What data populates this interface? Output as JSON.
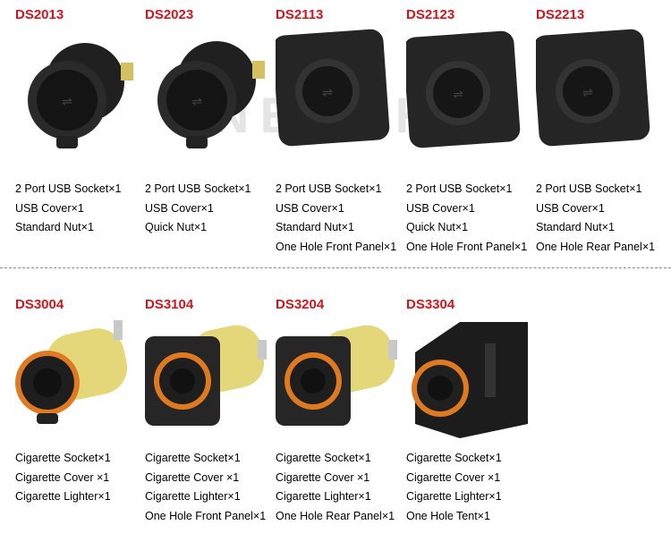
{
  "watermark": "NEKEKO",
  "colors": {
    "code": "#d8141b",
    "divider": "#8a8a8a",
    "body": "#1a1a1a",
    "brass": "#e4d77a",
    "ring": "#e07a22"
  },
  "row1": [
    {
      "code": "DS2013",
      "lines": [
        "2 Port USB Socket×1",
        "USB Cover×1",
        "Standard Nut×1"
      ]
    },
    {
      "code": "DS2023",
      "lines": [
        "2 Port USB Socket×1",
        "USB Cover×1",
        "Quick Nut×1"
      ]
    },
    {
      "code": "DS2113",
      "lines": [
        "2 Port USB Socket×1",
        "USB Cover×1",
        "Standard Nut×1",
        "One Hole Front Panel×1"
      ]
    },
    {
      "code": "DS2123",
      "lines": [
        "2 Port USB Socket×1",
        "USB Cover×1",
        "Quick Nut×1",
        "One Hole Front Panel×1"
      ]
    },
    {
      "code": "DS2213",
      "lines": [
        "2 Port USB Socket×1",
        "USB Cover×1",
        "Standard Nut×1",
        "One Hole Rear Panel×1"
      ]
    }
  ],
  "row2": [
    {
      "code": "DS3004",
      "lines": [
        "Cigarette Socket×1",
        "Cigarette Cover ×1",
        "Cigarette Lighter×1"
      ]
    },
    {
      "code": "DS3104",
      "lines": [
        "Cigarette Socket×1",
        "Cigarette Cover ×1",
        "Cigarette Lighter×1",
        "One Hole Front Panel×1"
      ]
    },
    {
      "code": "DS3204",
      "lines": [
        "Cigarette Socket×1",
        "Cigarette Cover ×1",
        "Cigarette Lighter×1",
        "One Hole Rear Panel×1"
      ]
    },
    {
      "code": "DS3304",
      "lines": [
        "Cigarette Socket×1",
        "Cigarette Cover ×1",
        "Cigarette Lighter×1",
        "One Hole Tent×1"
      ]
    }
  ]
}
